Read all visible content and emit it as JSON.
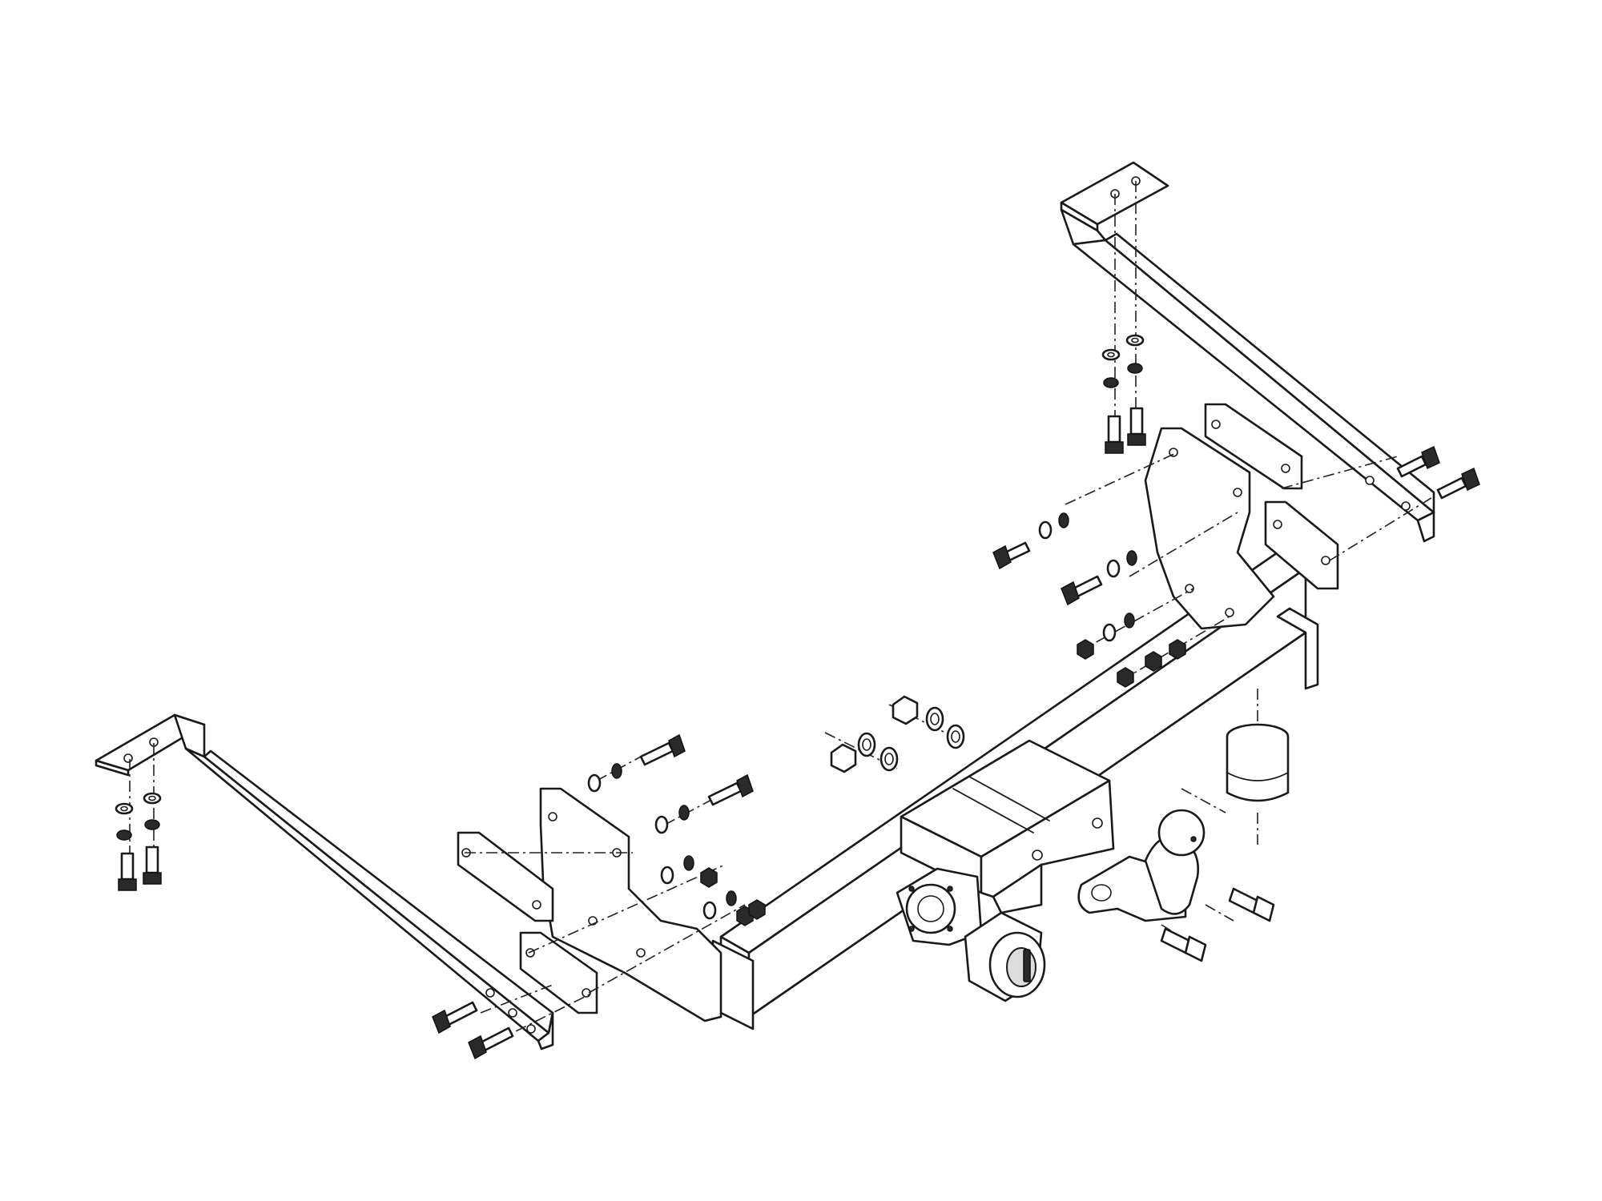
{
  "diagram": {
    "kind": "exploded-assembly",
    "colors": {
      "line": "#1a1a1a",
      "background": "#ffffff",
      "fastener": "#2a2a2a"
    },
    "parts": [
      "left-side-arm",
      "right-side-arm",
      "crossbar",
      "left-mounting-plate",
      "right-mounting-plate",
      "left-spacer-plates",
      "right-spacer-plates",
      "hitch-receiver",
      "tow-ball-neck",
      "ball-cover-cap",
      "electrical-socket",
      "socket-plate",
      "bolts",
      "washers",
      "nuts"
    ]
  }
}
